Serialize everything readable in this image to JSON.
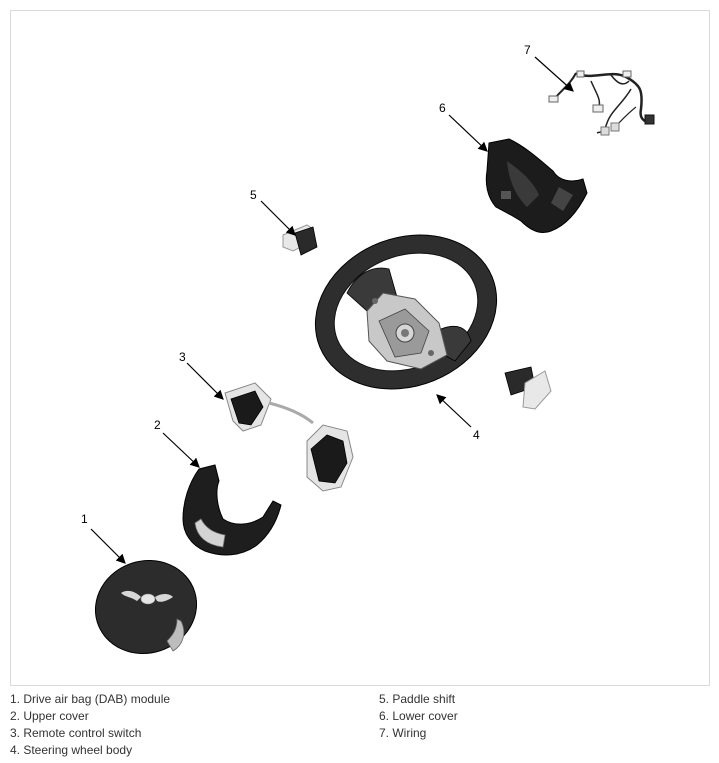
{
  "callouts": [
    "1",
    "2",
    "3",
    "4",
    "5",
    "6",
    "7"
  ],
  "legend": {
    "left": [
      "1. Drive air bag (DAB) module",
      "2. Upper cover",
      "3. Remote control switch",
      "4. Steering wheel body"
    ],
    "right": [
      "5. Paddle shift",
      "6. Lower cover",
      "7. Wiring"
    ]
  }
}
